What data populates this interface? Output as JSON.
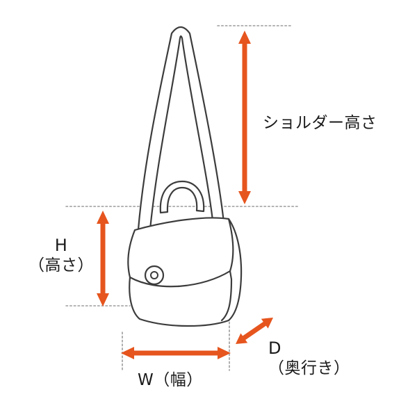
{
  "diagram": {
    "subject": "bag-dimension-diagram",
    "labels": {
      "shoulder_height": "ショルダー高さ",
      "height_abbr": "H",
      "height_name": "（高さ）",
      "width": "W（幅）",
      "depth_abbr": "D",
      "depth_name": "（奥行き）"
    },
    "colors": {
      "arrow": "#E6551E",
      "line_art": "#3C3C3C",
      "guide_line": "#9B9B9B",
      "background": "#FFFFFF"
    }
  }
}
